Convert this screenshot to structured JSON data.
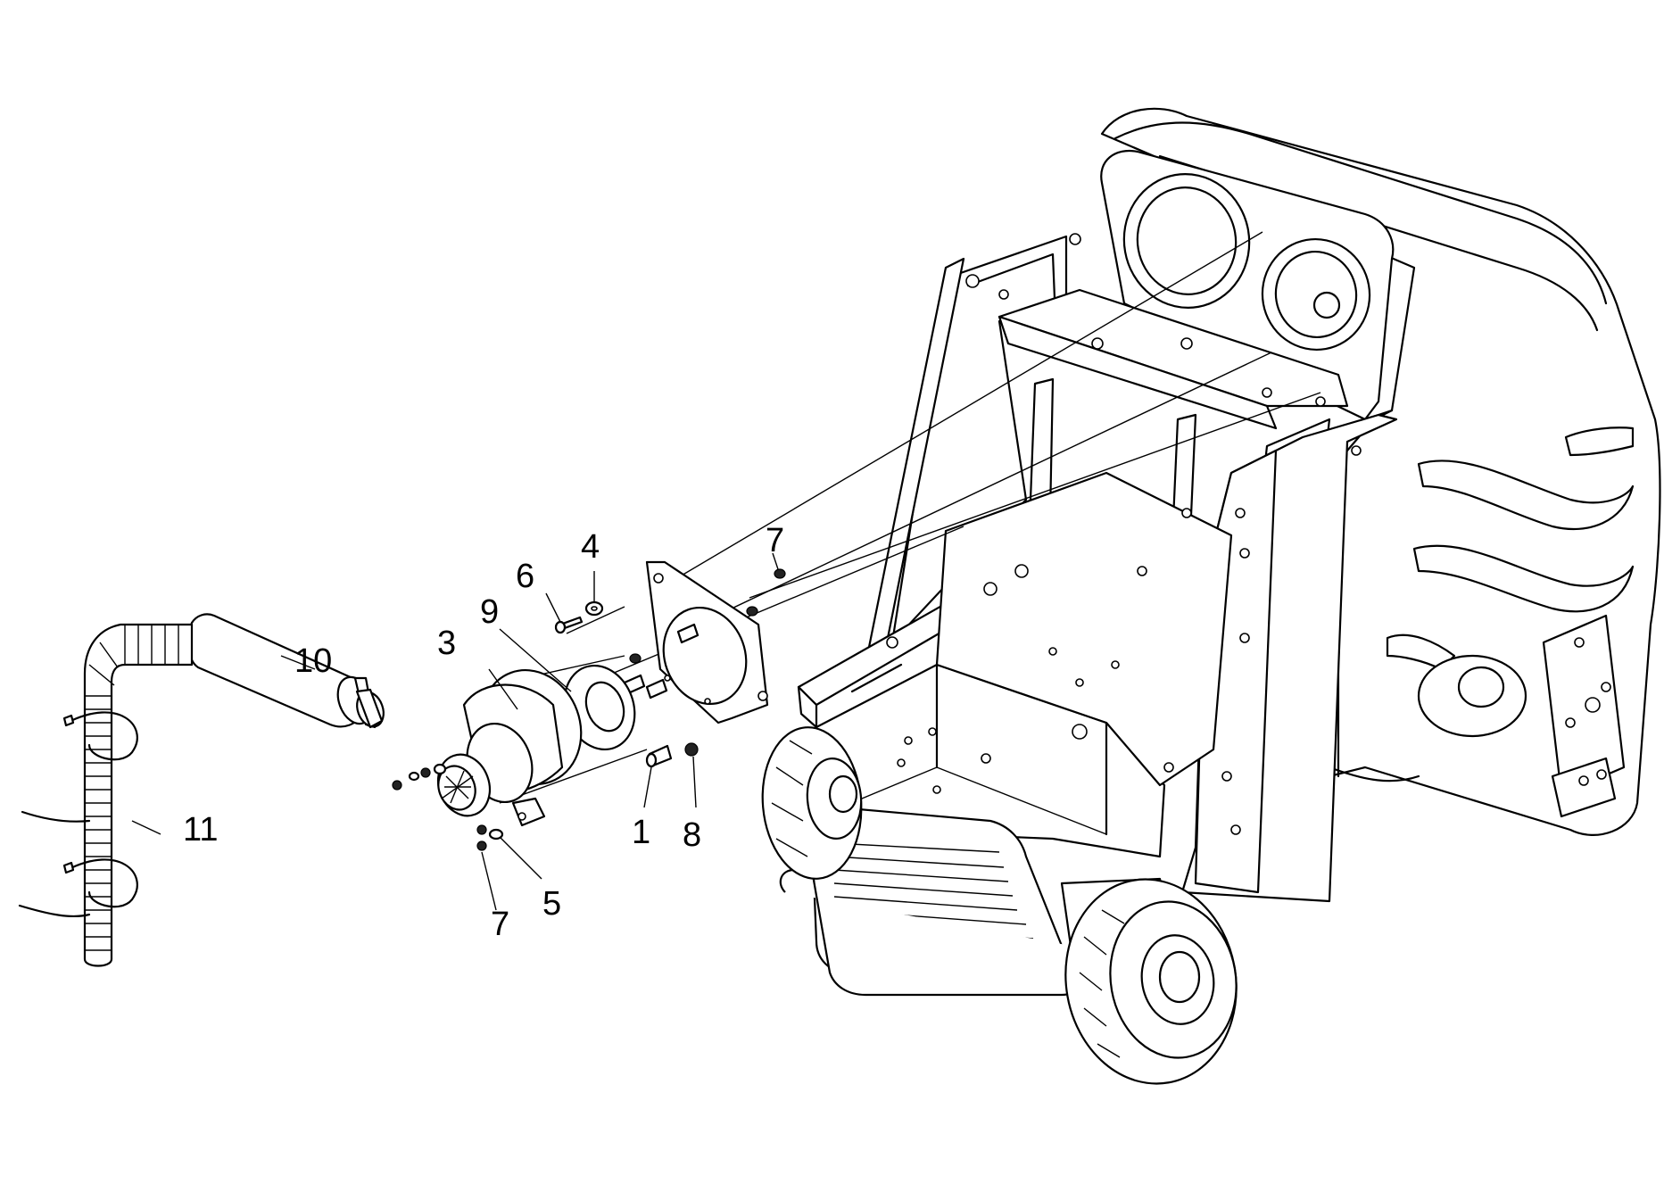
{
  "callouts": {
    "c1": "1",
    "c3": "3",
    "c4": "4",
    "c5": "5",
    "c6": "6",
    "c7a": "7",
    "c7b": "7",
    "c8": "8",
    "c9": "9",
    "c10": "10",
    "c11": "11"
  }
}
